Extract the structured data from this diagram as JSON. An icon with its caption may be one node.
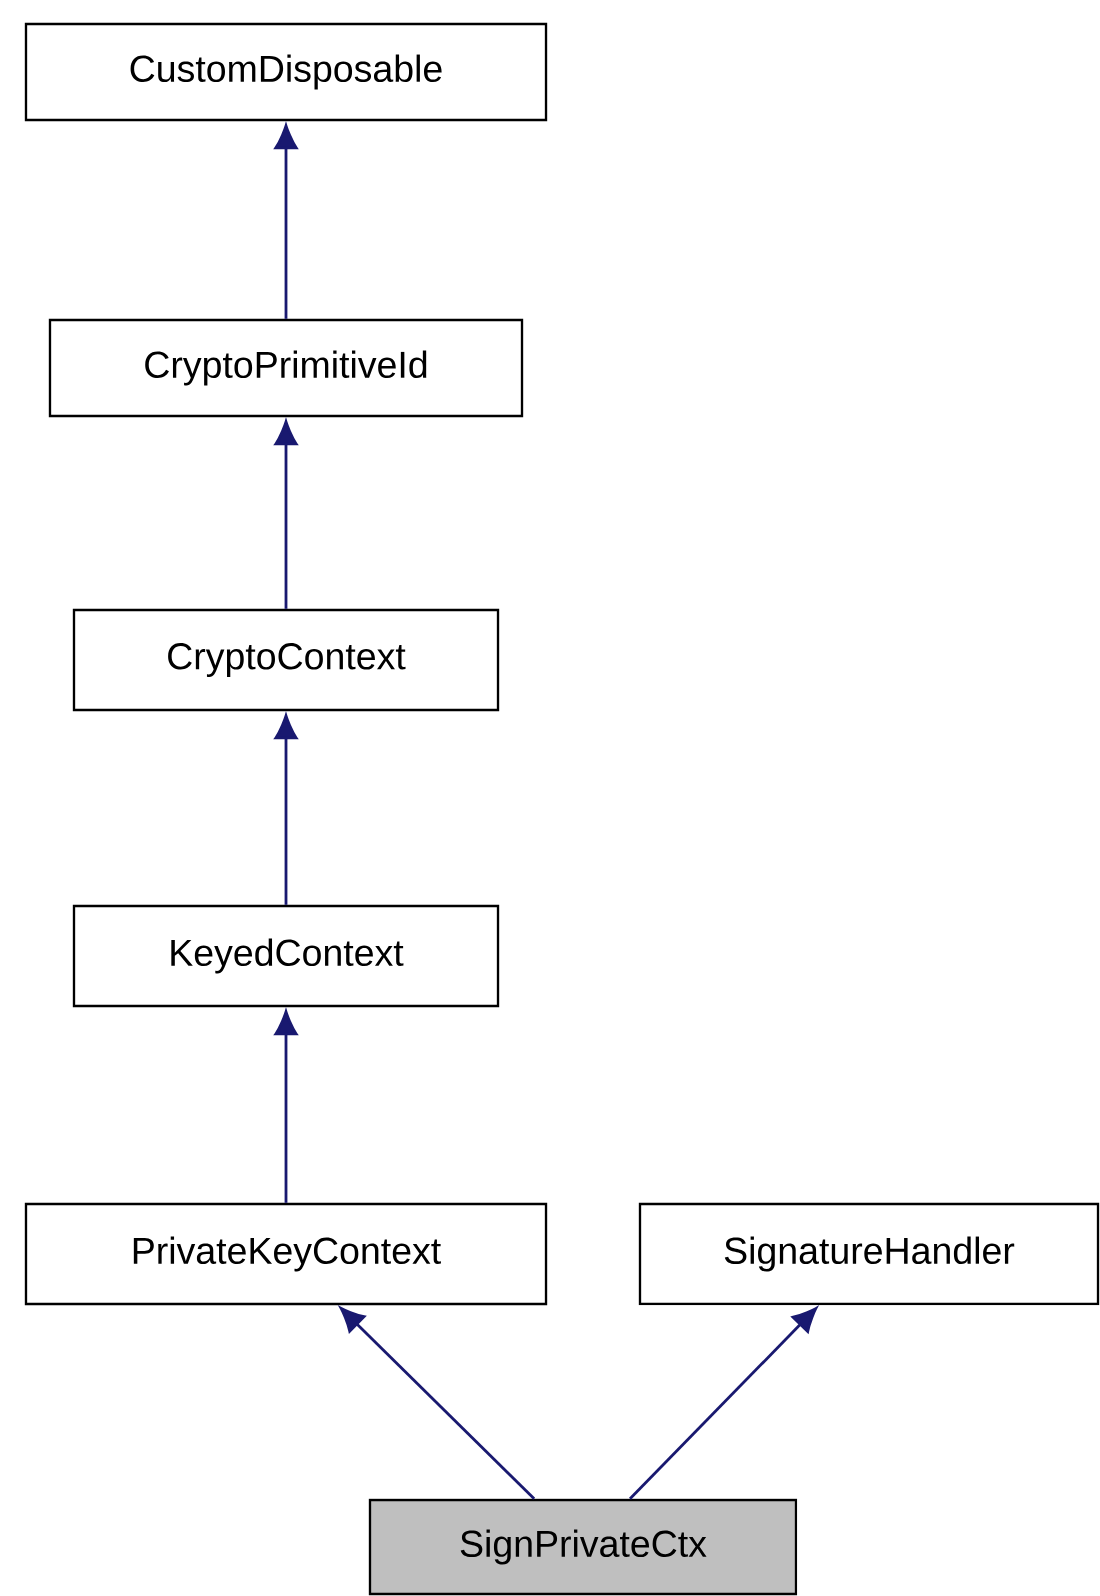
{
  "diagram": {
    "nodes": [
      {
        "text": [
          "CustomDisposable"
        ]
      },
      {
        "text": [
          "CryptoPrimitiveId"
        ]
      },
      {
        "text": [
          "CryptoContext"
        ]
      },
      {
        "text": [
          "KeyedContext"
        ]
      },
      {
        "text": [
          "PrivateKeyContext"
        ]
      },
      {
        "text": [
          "SignatureHandler"
        ]
      },
      {
        "text": [
          "SignPrivateCtx"
        ]
      }
    ],
    "edges": [
      {
        "from": 1,
        "to": 0,
        "arrow": "to"
      },
      {
        "from": 2,
        "to": 1,
        "arrow": "to"
      },
      {
        "from": 3,
        "to": 2,
        "arrow": "to"
      },
      {
        "from": 4,
        "to": 3,
        "arrow": "to"
      },
      {
        "from": 6,
        "to": 4,
        "arrow": "to"
      },
      {
        "from": 6,
        "to": 5,
        "arrow": "to"
      }
    ]
  }
}
